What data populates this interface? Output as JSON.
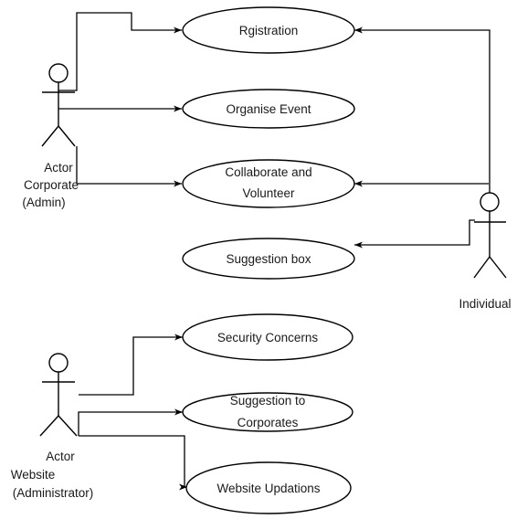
{
  "actors": {
    "corporate": {
      "label_lines": [
        "Actor",
        "Corporate",
        "(Admin)"
      ]
    },
    "individual": {
      "label_lines": [
        "Individual"
      ]
    },
    "website": {
      "label_lines": [
        "Actor",
        "Website",
        "(Administrator)"
      ]
    }
  },
  "use_cases": {
    "registration": {
      "label_lines": [
        "Rgistration"
      ]
    },
    "organise_event": {
      "label_lines": [
        "Organise Event"
      ]
    },
    "collaborate": {
      "label_lines": [
        "Collaborate and",
        "Volunteer"
      ]
    },
    "suggestion_box": {
      "label_lines": [
        "Suggestion box"
      ]
    },
    "security": {
      "label_lines": [
        "Security Concerns"
      ]
    },
    "suggestion_corporates": {
      "label_lines": [
        "Suggestion to",
        "Corporates"
      ]
    },
    "website_updations": {
      "label_lines": [
        "Website Updations"
      ]
    }
  }
}
